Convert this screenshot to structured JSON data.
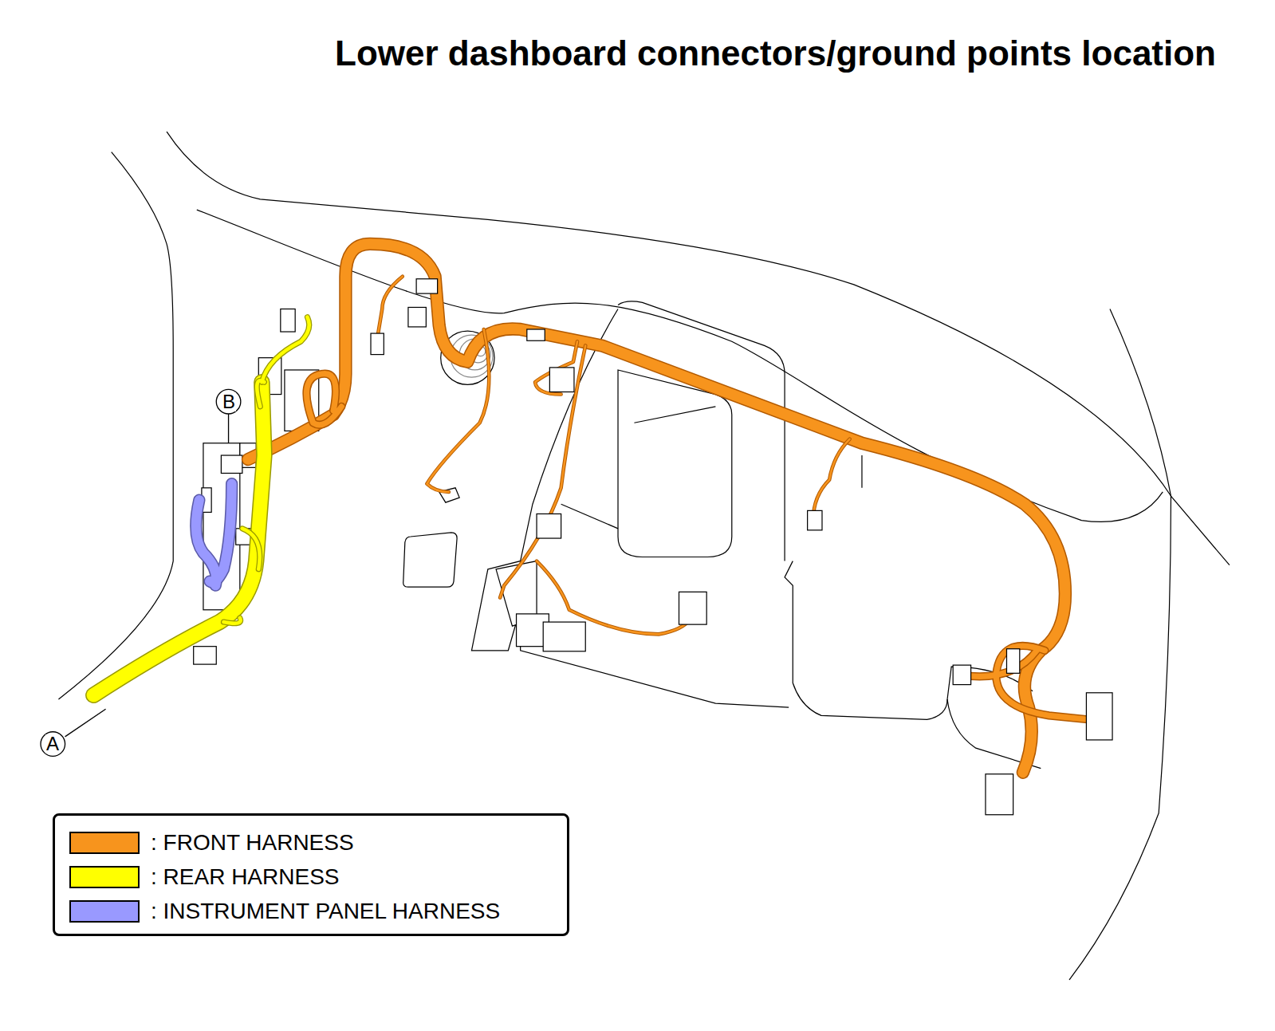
{
  "diagram": {
    "title": "Lower dashboard connectors/ground points location",
    "labels": [
      "A",
      "B"
    ],
    "legend": [
      {
        "text": ": FRONT HARNESS",
        "color": "#f7941d"
      },
      {
        "text": ": REAR HARNESS",
        "color": "#ffff00"
      },
      {
        "text": ": INSTRUMENT PANEL HARNESS",
        "color": "#9999ff"
      }
    ]
  }
}
